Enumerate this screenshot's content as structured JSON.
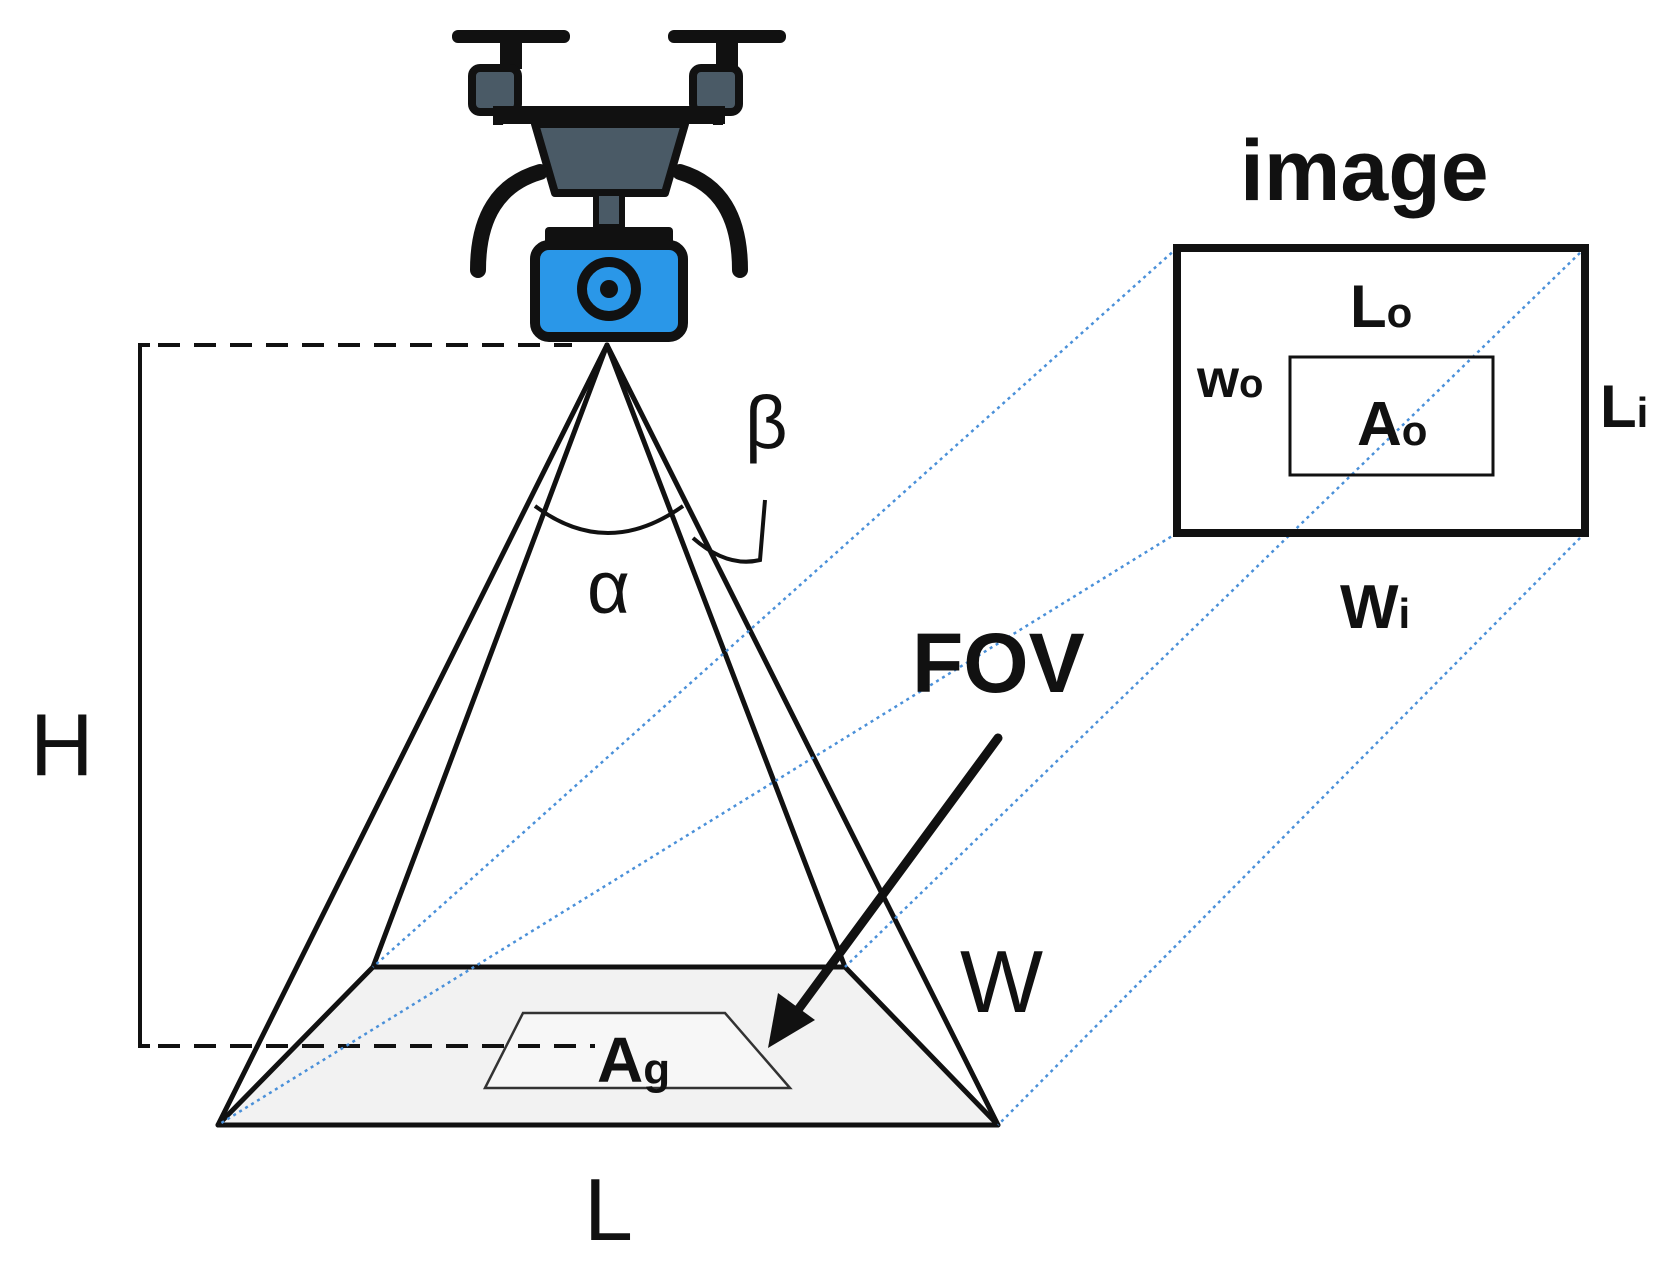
{
  "labels": {
    "height": "H",
    "length": "L",
    "width": "W",
    "alpha": "α",
    "beta": "β",
    "fov": "FOV",
    "ground_area_main": "A",
    "ground_area_sub": "g",
    "image_title": "image",
    "object_length_main": "L",
    "object_length_sub": "o",
    "object_width_main": "w",
    "object_width_sub": "o",
    "object_area_main": "A",
    "object_area_sub": "o",
    "image_length_main": "L",
    "image_length_sub": "i",
    "image_width_main": "W",
    "image_width_sub": "i"
  },
  "colors": {
    "line": "#111111",
    "ground_fill": "#f2f2f2",
    "projection": "#4a90d9",
    "drone_body": "#4a5a66",
    "camera_blue": "#2a97e8",
    "outline": "#111111"
  },
  "icons": [
    "drone-icon",
    "camera-icon"
  ]
}
